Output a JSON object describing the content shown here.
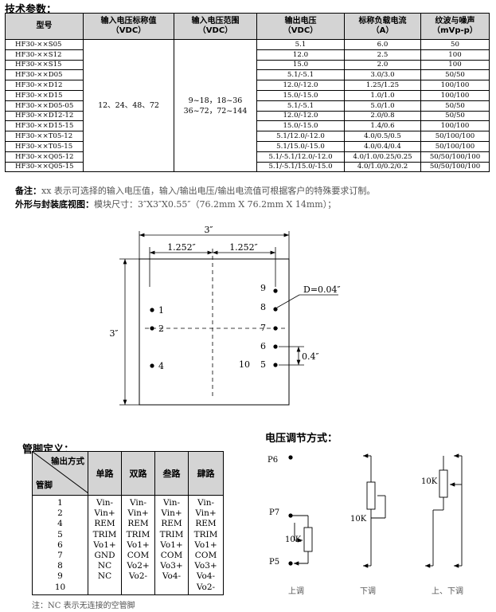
{
  "spec_title": "技术参数：",
  "spec_table": {
    "headers": [
      {
        "line1": "型号",
        "line2": ""
      },
      {
        "line1": "输入电压标称值",
        "line2": "（VDC）"
      },
      {
        "line1": "输入电压范围",
        "line2": "（VDC）"
      },
      {
        "line1": "输出电压",
        "line2": "（VDC）"
      },
      {
        "line1": "标称负载电流",
        "line2": "（A）"
      },
      {
        "line1": "纹波与噪声",
        "line2": "（mVp-p）"
      }
    ],
    "input_nominal": "12、24、48、72",
    "input_range_line1": "9~18，18~36",
    "input_range_line2": "36~72，72~144",
    "rows": [
      {
        "model": "HF30-××S05",
        "vout": "5.1",
        "iout": "6.0",
        "ripple": "50"
      },
      {
        "model": "HF30-××S12",
        "vout": "12.0",
        "iout": "2.5",
        "ripple": "100"
      },
      {
        "model": "HF30-××S15",
        "vout": "15.0",
        "iout": "2.0",
        "ripple": "100"
      },
      {
        "model": "HF30-××D05",
        "vout": "5.1/-5.1",
        "iout": "3.0/3.0",
        "ripple": "50/50"
      },
      {
        "model": "HF30-××D12",
        "vout": "12.0/-12.0",
        "iout": "1.25/1.25",
        "ripple": "100/100"
      },
      {
        "model": "HF30-××D15",
        "vout": "15.0/-15.0",
        "iout": "1.0/1.0",
        "ripple": "100/100"
      },
      {
        "model": "HF30-××D05-05",
        "vout": "5.1/-5.1",
        "iout": "5.0/1.0",
        "ripple": "50/50"
      },
      {
        "model": "HF30-××D12-12",
        "vout": "12.0/-12.0",
        "iout": "2.0/0.8",
        "ripple": "50/50"
      },
      {
        "model": "HF30-××D15-15",
        "vout": "15.0/-15.0",
        "iout": "1.4/0.6",
        "ripple": "100/100"
      },
      {
        "model": "HF30-××T05-12",
        "vout": "5.1/12.0/-12.0",
        "iout": "4.0/0.5/0.5",
        "ripple": "50/100/100"
      },
      {
        "model": "HF30-××T05-15",
        "vout": "5.1/15.0/-15.0",
        "iout": "4.0/0.4/0.4",
        "ripple": "50/100/100"
      },
      {
        "model": "HF30-××Q05-12",
        "vout": "5.1/-5.1/12.0/-12.0",
        "iout": "4.0/1.0/0.25/0.25",
        "ripple": "50/50/100/100"
      },
      {
        "model": "HF30-××Q05-15",
        "vout": "5.1/-5.1/15.0/-15.0",
        "iout": "4.0/1.0/0.2/0.2",
        "ripple": "50/50/100/100"
      }
    ]
  },
  "note": {
    "label": "备注：",
    "text": "xx 表示可选择的输入电压值，输入/输出电压/输出电流值可根据客户的特殊要求订制。"
  },
  "outline": {
    "label": "外形与封装底视图：",
    "text": "模块尺寸：3″X3″X0.55″（76.2mm X 76.2mm X 14mm）；"
  },
  "drawing": {
    "dim_width": "3″",
    "dim_half_left": "1.252″",
    "dim_half_right": "1.252″",
    "dim_height": "3″",
    "dim_pin_dia": "D=0.04″",
    "dim_pitch": "0.4″",
    "pin_labels": [
      "1",
      "2",
      "4",
      "9",
      "8",
      "7",
      "6",
      "10",
      "5"
    ]
  },
  "pins_title": "管脚定义：",
  "pins_table": {
    "corner_top": "输出方式",
    "corner_bottom": "管脚",
    "headers": [
      "单路",
      "双路",
      "叁路",
      "肆路"
    ],
    "rows": [
      {
        "pin": "1",
        "c1": "Vin-",
        "c2": "Vin-",
        "c3": "Vin-",
        "c4": "Vin-"
      },
      {
        "pin": "2",
        "c1": "Vin+",
        "c2": "Vin+",
        "c3": "Vin+",
        "c4": "Vin+"
      },
      {
        "pin": "4",
        "c1": "REM",
        "c2": "REM",
        "c3": "REM",
        "c4": "REM"
      },
      {
        "pin": "5",
        "c1": "TRIM",
        "c2": "TRIM",
        "c3": "TRIM",
        "c4": "TRIM"
      },
      {
        "pin": "6",
        "c1": "Vo1+",
        "c2": "Vo1+",
        "c3": "Vo1+",
        "c4": "Vo1+"
      },
      {
        "pin": "7",
        "c1": "GND",
        "c2": "COM",
        "c3": "COM",
        "c4": "COM"
      },
      {
        "pin": "8",
        "c1": "NC",
        "c2": "Vo2+",
        "c3": "Vo3+",
        "c4": "Vo3+"
      },
      {
        "pin": "9",
        "c1": "NC",
        "c2": "Vo2-",
        "c3": "Vo4-",
        "c4": "Vo4-"
      },
      {
        "pin": "10",
        "c1": "",
        "c2": "",
        "c3": "",
        "c4": "Vo2-"
      }
    ]
  },
  "pins_note": "注：NC 表示无连接的空管脚",
  "voltage_adjust": {
    "title": "电压调节方式：",
    "p6": "P6",
    "p7": "P7",
    "p5": "P5",
    "pot_up": "10K",
    "pot_down": "10K",
    "pot_both": "10K",
    "caption_up": "上调",
    "caption_down": "下调",
    "caption_both": "上、下调"
  }
}
